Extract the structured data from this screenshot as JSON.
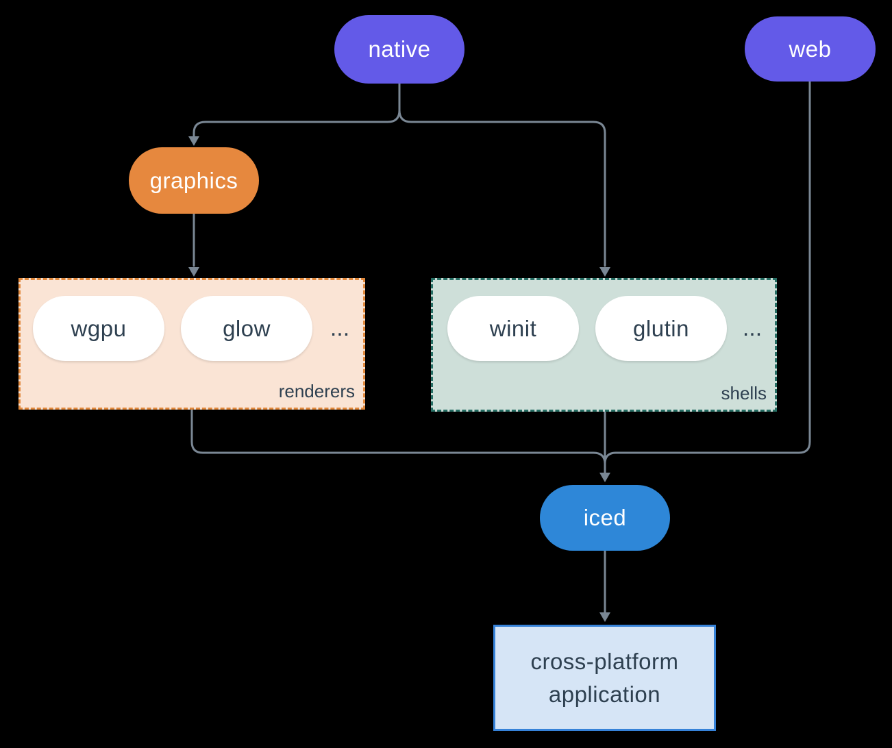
{
  "diagram": {
    "nodes": {
      "native": {
        "label": "native",
        "color": "#635AE8"
      },
      "web": {
        "label": "web",
        "color": "#635AE8"
      },
      "graphics": {
        "label": "graphics",
        "color": "#E6883E"
      },
      "wgpu": {
        "label": "wgpu",
        "color": "#FFFFFF"
      },
      "glow": {
        "label": "glow",
        "color": "#FFFFFF"
      },
      "winit": {
        "label": "winit",
        "color": "#FFFFFF"
      },
      "glutin": {
        "label": "glutin",
        "color": "#FFFFFF"
      },
      "iced": {
        "label": "iced",
        "color": "#2E87D8"
      },
      "application": {
        "label_line1": "cross-platform",
        "label_line2": "application",
        "fill": "#D6E5F6",
        "border": "#3682D8"
      }
    },
    "groups": {
      "renderers": {
        "label": "renderers",
        "ellipsis": "...",
        "fill": "#FAE4D5",
        "border": "#E2893C"
      },
      "shells": {
        "label": "shells",
        "ellipsis": "...",
        "fill": "#CEDFD9",
        "border": "#266E64"
      }
    },
    "colors": {
      "background": "#000000",
      "edge-gray": "#7A8794",
      "text-dark": "#2E4050",
      "text-light": "#FFFFFF"
    }
  }
}
